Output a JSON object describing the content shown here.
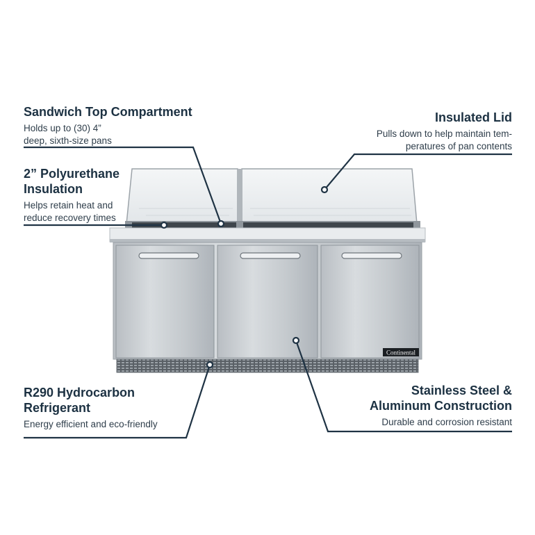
{
  "callouts": {
    "sandwich_top": {
      "title": "Sandwich Top Compartment",
      "desc": "Holds up to (30) 4”\ndeep, sixth-size pans"
    },
    "insulated_lid": {
      "title": "Insulated Lid",
      "desc": "Pulls down to help maintain tem-\nperatures of pan contents"
    },
    "polyurethane": {
      "title": "2” Polyurethane\nInsulation",
      "desc": "Helps retain heat and\nreduce recovery times"
    },
    "refrigerant": {
      "title": "R290 Hydrocarbon\nRefrigerant",
      "desc": "Energy efficient and eco-friendly"
    },
    "construction": {
      "title": "Stainless Steel &\nAluminum Construction",
      "desc": "Durable and corrosion resistant"
    }
  },
  "product": {
    "brand_badge": "Continental",
    "door_count": 3
  },
  "colors": {
    "text": "#1c3142",
    "leader_line": "#1f3344",
    "steel": "#c9cdd1"
  }
}
